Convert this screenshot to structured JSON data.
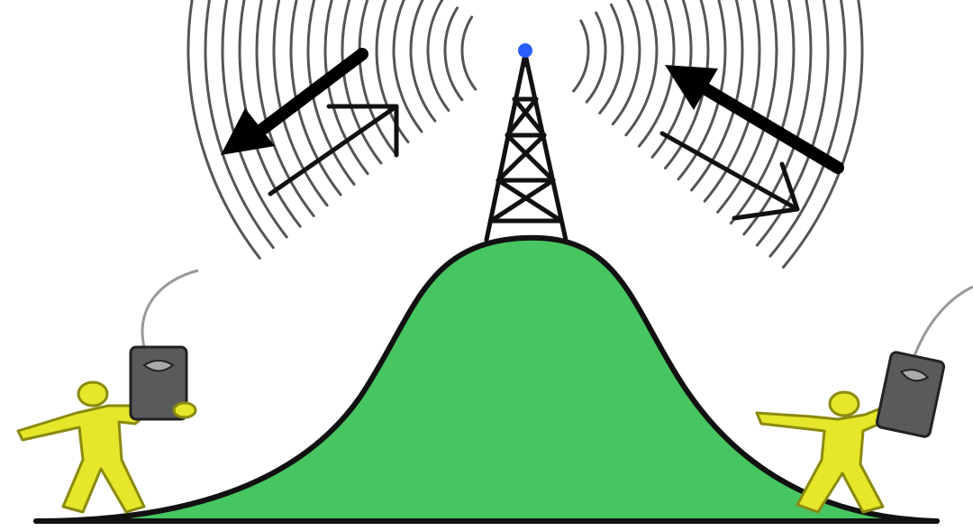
{
  "title": "",
  "colors": {
    "background": "#ffffff",
    "hill_fill": "#46c560",
    "outline": "#111111",
    "waves": "#555555",
    "person": "#e6e62a",
    "person_outline": "#8a8a10",
    "radio_device": "#5a5a5a",
    "beacon": "#2a5cff"
  },
  "elements": {
    "hill": "hill",
    "tower": "radio-tower",
    "tower_beacon": "beacon-light",
    "left_person": "person",
    "right_person": "person",
    "left_radio": "handheld-radio",
    "right_radio": "handheld-radio",
    "left_waves": "radio-waves",
    "right_waves": "radio-waves"
  },
  "arrows": {
    "left_outgoing": "arrow-down-left",
    "left_incoming": "arrow-up-right",
    "right_outgoing": "arrow-down-right",
    "right_incoming": "arrow-up-left"
  }
}
